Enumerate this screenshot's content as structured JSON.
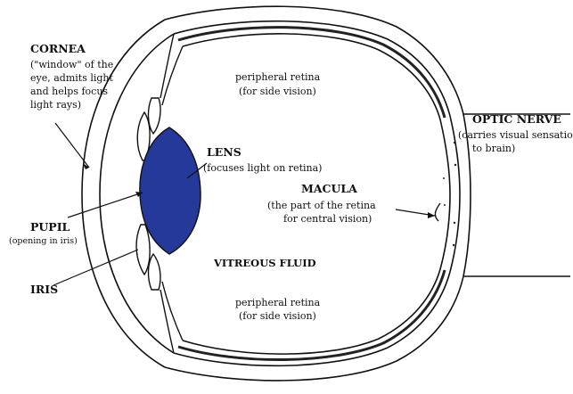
{
  "labels": {
    "cornea": {
      "title": "CORNEA",
      "lines": [
        "(\"window\" of the",
        "eye, admits light",
        "and helps focus",
        "light rays)"
      ]
    },
    "lens": {
      "title": "LENS",
      "lines": [
        "(focuses light on retina)"
      ]
    },
    "pupil": {
      "title": "PUPIL",
      "lines": [
        "(opening in iris)"
      ]
    },
    "iris": {
      "title": "IRIS",
      "lines": []
    },
    "macula": {
      "title": "MACULA",
      "lines": [
        "(the part of the retina",
        "for central vision)"
      ]
    },
    "optic_nerve": {
      "title": "OPTIC NERVE",
      "lines": [
        "(carries visual sensation",
        "to brain)"
      ]
    },
    "vitreous": {
      "title": "VITREOUS FLUID"
    },
    "retina_top": {
      "lines": [
        "peripheral retina",
        "(for side vision)"
      ]
    },
    "retina_bottom": {
      "lines": [
        "peripheral retina",
        "(for side vision)"
      ]
    }
  },
  "colors": {
    "lens": "#24399a",
    "ink": "#111111"
  }
}
